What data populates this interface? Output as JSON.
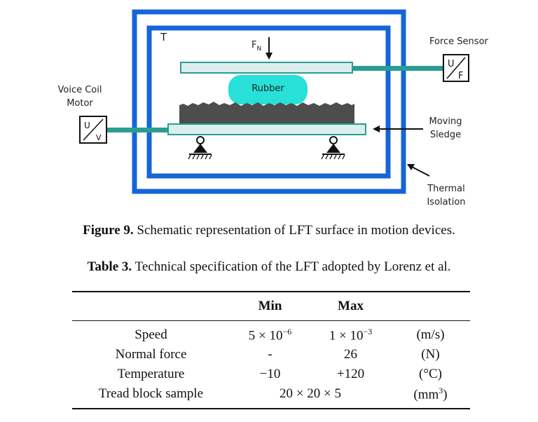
{
  "diagram": {
    "label_T": "T",
    "force_label_main": "F",
    "force_label_sub": "N",
    "rubber": "Rubber",
    "force_sensor": "Force Sensor",
    "voice_coil_line1": "Voice Coil",
    "voice_coil_line2": "Motor",
    "moving_line1": "Moving",
    "moving_line2": "Sledge",
    "thermal_line1": "Thermal",
    "thermal_line2": "Isolation",
    "sensor_box_top": "U",
    "sensor_box_bottom": "F",
    "motor_box_top": "U",
    "motor_box_bottom": "V",
    "colors": {
      "enclosure": "#1565d8",
      "plate_fill": "#dceeed",
      "plate_stroke": "#2a9d93",
      "rubber": "#27e0d8",
      "tread": "#4d4d4d"
    }
  },
  "figure_caption": {
    "label": "Figure 9.",
    "text": "Schematic representation of LFT surface in motion devices."
  },
  "table_caption": {
    "label": "Table 3.",
    "text": "Technical specification of the LFT adopted by Lorenz et al."
  },
  "table": {
    "headers": [
      "",
      "Min",
      "Max",
      ""
    ],
    "rows": [
      {
        "name": "Speed",
        "min": "5 × 10",
        "min_exp": "−6",
        "max": "1 × 10",
        "max_exp": "−3",
        "unit": "(m/s)"
      },
      {
        "name": "Normal force",
        "min": "-",
        "max": "26",
        "unit": "(N)"
      },
      {
        "name": "Temperature",
        "min": "−10",
        "max": "+120",
        "unit": "(°C)"
      },
      {
        "name": "Tread block sample",
        "span": "20 × 20 × 5",
        "unit_base": "(mm",
        "unit_exp": "3",
        "unit_close": ")"
      }
    ]
  }
}
